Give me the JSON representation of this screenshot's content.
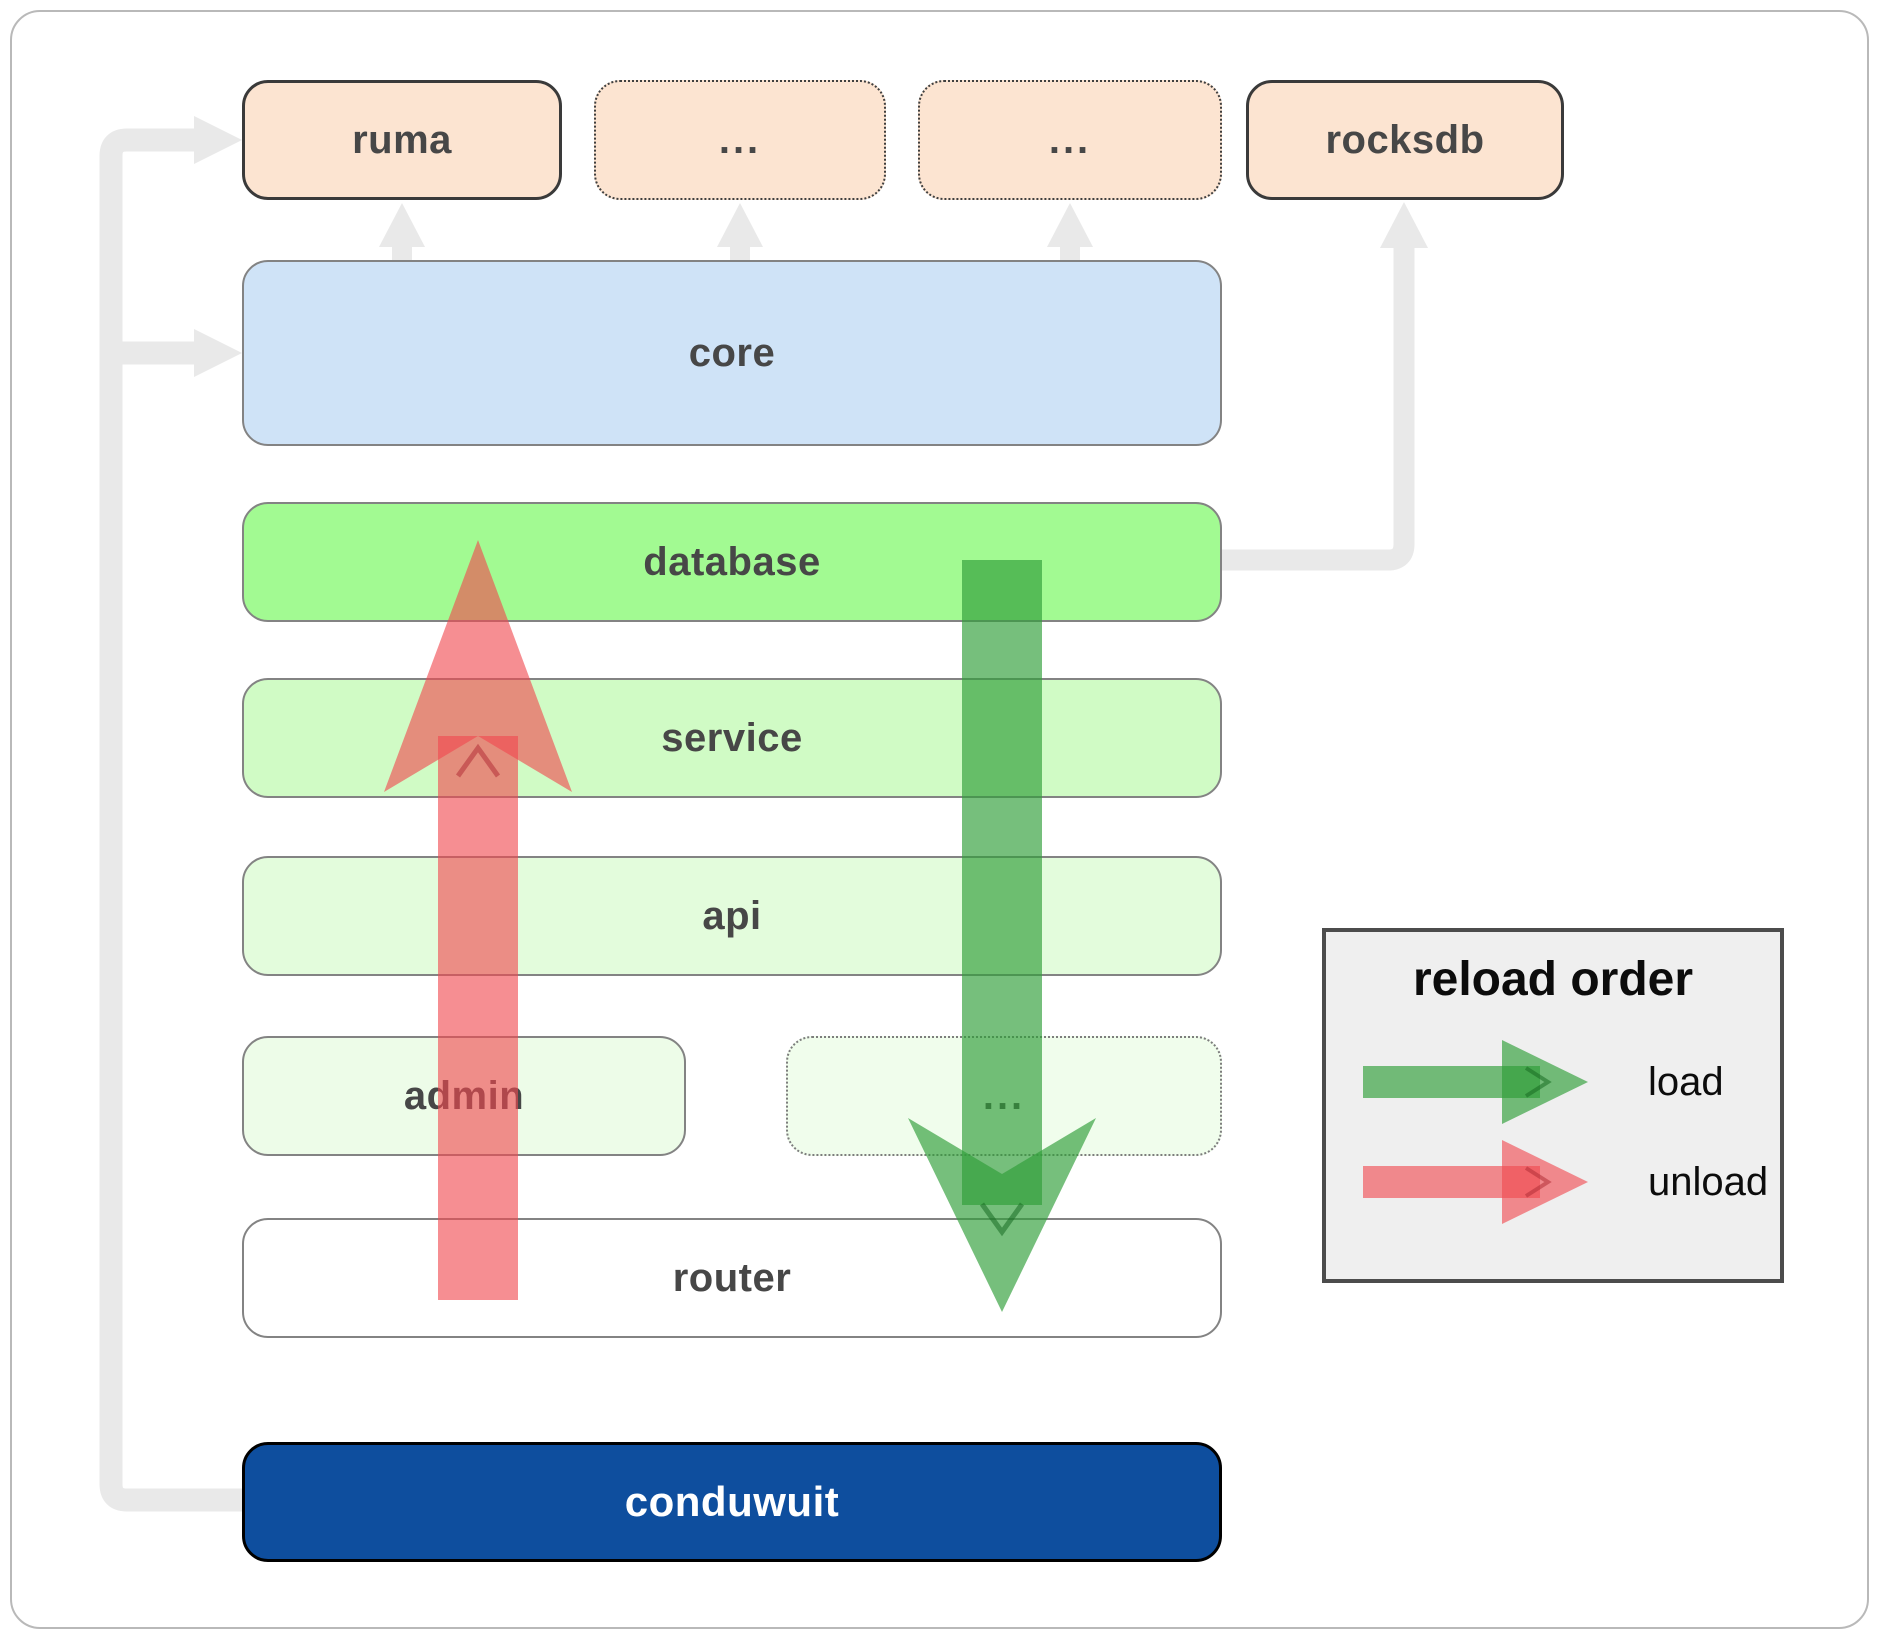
{
  "nodes": {
    "ruma": "ruma",
    "ellipsis_top_1": "...",
    "ellipsis_top_2": "...",
    "rocksdb": "rocksdb",
    "core": "core",
    "database": "database",
    "service": "service",
    "api": "api",
    "admin": "admin",
    "ellipsis_admin": "...",
    "router": "router",
    "conduwuit": "conduwuit"
  },
  "legend": {
    "title": "reload order",
    "load": "load",
    "unload": "unload"
  },
  "colors": {
    "load_arrow": "#2f9e38",
    "unload_arrow": "#f0484f",
    "wire_gray": "#e9e9e9",
    "peach": "#fce4d1",
    "core_blue": "#cfe3f7",
    "database_green": "#a2fa92",
    "service_green": "#d0fbc5",
    "api_green": "#e3fcdc",
    "admin_green": "#edfce8",
    "ellipsis_admin_green": "#f0fdec",
    "router_white": "#ffffff",
    "conduwuit_blue": "#0e4e9e",
    "legend_bg": "#efefef"
  }
}
